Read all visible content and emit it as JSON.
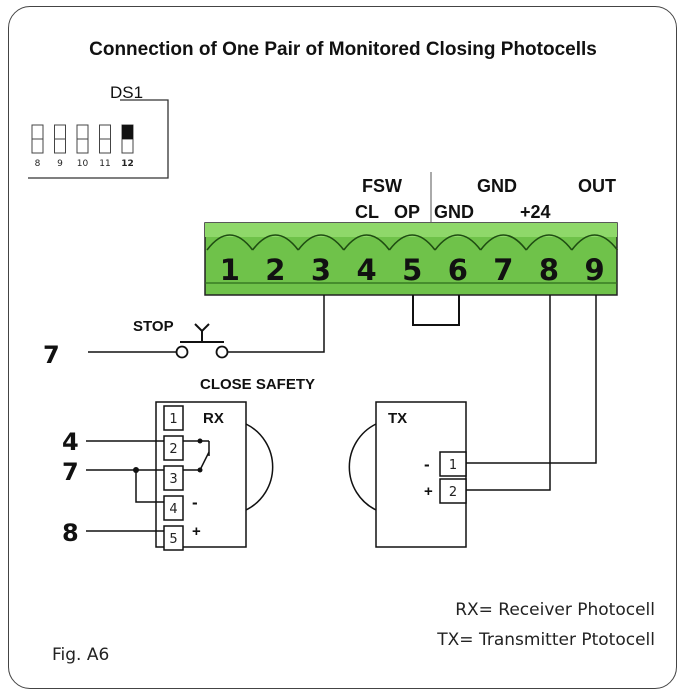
{
  "title": "Connection of One Pair of Monitored Closing Photocells",
  "dip": {
    "label": "DS1",
    "switches": [
      {
        "n": "8",
        "on": false
      },
      {
        "n": "9",
        "on": false
      },
      {
        "n": "10",
        "on": false
      },
      {
        "n": "11",
        "on": false
      },
      {
        "n": "12",
        "on": true
      }
    ]
  },
  "terminal": {
    "upper_labels": [
      "FSW",
      "GND",
      "OUT"
    ],
    "lower_labels": [
      "CL",
      "OP",
      "GND",
      "+24"
    ],
    "numbers": [
      "1",
      "2",
      "3",
      "4",
      "5",
      "6",
      "7",
      "8",
      "9"
    ],
    "color": "#6fc24a"
  },
  "stop": {
    "label": "STOP",
    "wire": "7"
  },
  "close_safety": "CLOSE SAFETY",
  "rx": {
    "label": "RX",
    "pins": [
      "1",
      "2",
      "3",
      "4",
      "5"
    ],
    "minus": "-",
    "plus": "+",
    "wires": [
      "4",
      "7",
      "8"
    ]
  },
  "tx": {
    "label": "TX",
    "pins": [
      "1",
      "2"
    ],
    "minus": "-",
    "plus": "+"
  },
  "legend": [
    "RX= Receiver Photocell",
    "TX= Transmitter Ptotocell"
  ],
  "figure": "Fig. A6"
}
